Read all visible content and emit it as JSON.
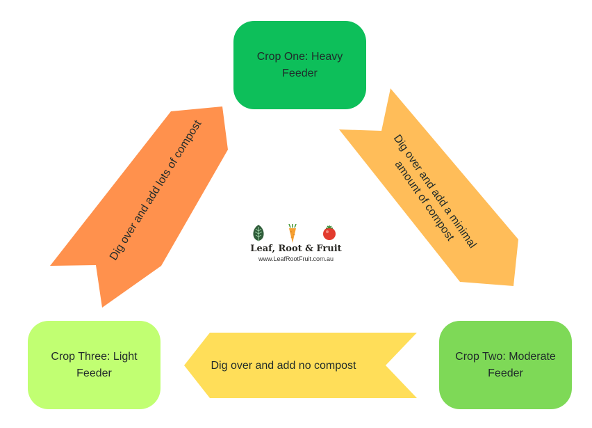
{
  "crops": {
    "one": {
      "label": "Crop One: Heavy Feeder",
      "color": "#0dbf5a"
    },
    "two": {
      "label": "Crop Two: Moderate Feeder",
      "color": "#7ed957"
    },
    "three": {
      "label": "Crop Three: Light Feeder",
      "color": "#c1ff72"
    }
  },
  "arrows": {
    "one_to_two": {
      "line1": "Dig over and add a minimal",
      "line2": "amount of compost",
      "color": "#ffbd59"
    },
    "two_to_three": {
      "label": "Dig over and add no compost",
      "color": "#ffde59"
    },
    "three_to_one": {
      "label": "Dig over and add lots of compost",
      "color": "#ff914d"
    }
  },
  "logo": {
    "title": "Leaf,  Root & Fruit",
    "url": "www.LeafRootFruit.com.au",
    "icons": [
      "leaf-icon",
      "carrot-icon",
      "tomato-icon"
    ]
  }
}
